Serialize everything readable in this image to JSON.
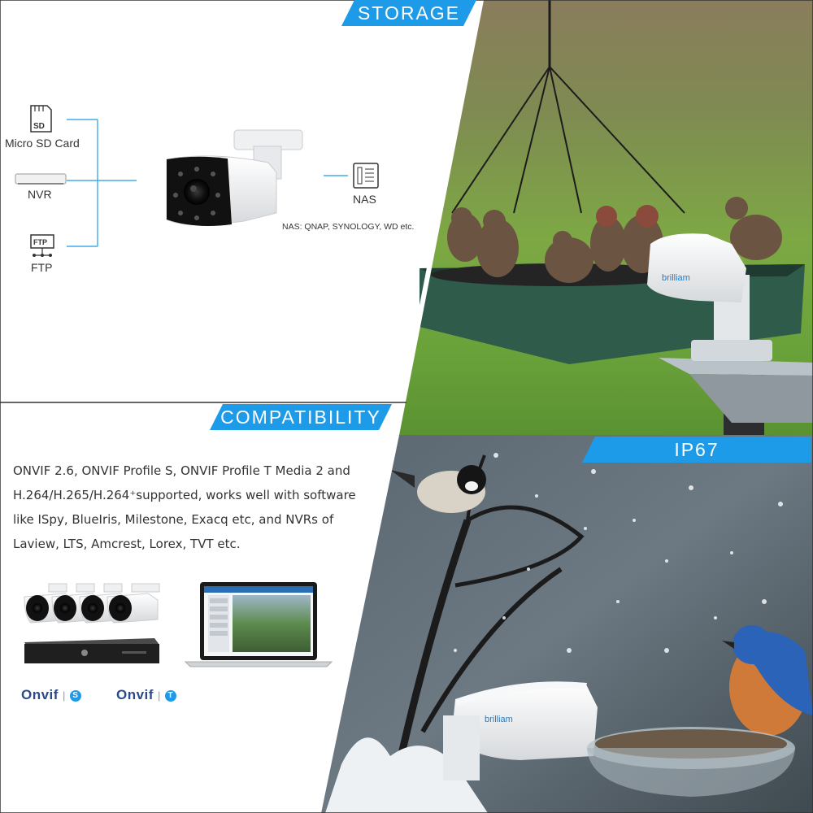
{
  "storage": {
    "title": "STORAGE",
    "micro_sd_label": "Micro SD Card",
    "sd_icon_text": "SD",
    "nvr_label": "NVR",
    "ftp_label": "FTP",
    "ftp_icon_text": "FTP",
    "nas_label": "NAS",
    "nas_note": "NAS: QNAP, SYNOLOGY, WD etc."
  },
  "compatibility": {
    "title": "COMPATIBILITY",
    "description_lines": [
      "ONVIF 2.6, ONVIF Profile S, ONVIF Profile T Media 2 and",
      "H.264/H.265/H.264⁺supported, works well with software",
      "like ISpy, BlueIris, Milestone, Exacq etc, and NVRs of",
      "Laview, LTS, Amcrest, Lorex, TVT etc."
    ],
    "onvif_word": "Onvif",
    "pipe": "|",
    "badge_s": "S",
    "badge_t": "T"
  },
  "weather": {
    "title": "IP67 WEATHERPROOF"
  },
  "brand": {
    "camera_logo": "brilliam"
  },
  "colors": {
    "accent": "#1e9be8",
    "onvif_blue": "#2a4a8c"
  }
}
